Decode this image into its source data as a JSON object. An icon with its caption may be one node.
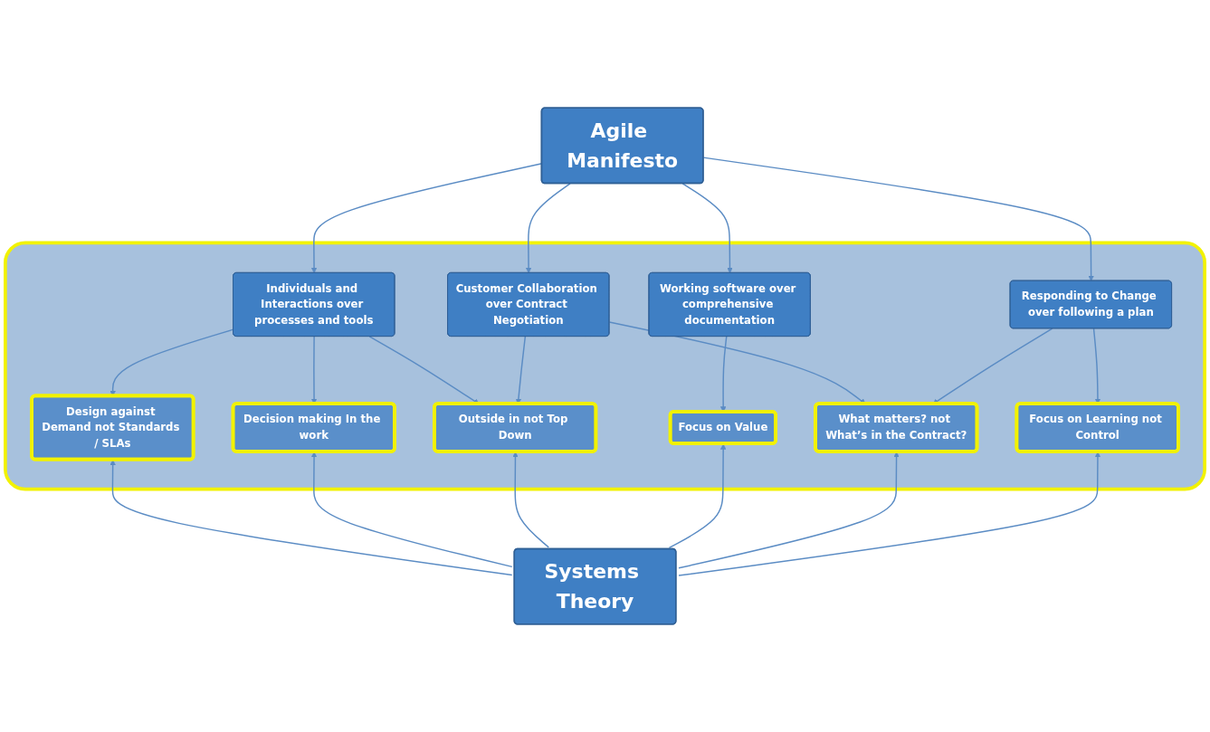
{
  "diagram": {
    "nodes": [
      {
        "text": [
          "Agile Manifesto"
        ]
      },
      {
        "text": [],
        "shape": "box"
      },
      {
        "text": [
          "Individuals and Interactions over processes and tools"
        ],
        "in": 1
      },
      {
        "text": [
          "Working software over comprehensive documentation"
        ],
        "in": 1
      },
      {
        "text": [
          "Customer Collaboration over Contract Negotiation"
        ],
        "in": 1
      },
      {
        "text": [
          "Responding to Change over following a plan"
        ],
        "in": 1
      },
      {
        "text": [
          "Design against Demand not Standards / SLAs"
        ],
        "in": 1
      },
      {
        "text": [
          "Decision making In the work"
        ],
        "in": 1
      },
      {
        "text": [
          "Outside in not Top Down"
        ],
        "in": 1
      },
      {
        "text": [
          "Focus on Value"
        ],
        "in": 1
      },
      {
        "text": [
          "What matters? not What’s in the Contract?"
        ],
        "in": 1
      },
      {
        "text": [
          "Focus on Learning not Control"
        ],
        "in": 1
      },
      {
        "text": [
          "Systems Theory"
        ]
      }
    ],
    "edges": [
      {
        "from": 0,
        "to": 2,
        "arrow": "to"
      },
      {
        "from": 0,
        "to": 3,
        "arrow": "to"
      },
      {
        "from": 0,
        "to": 4,
        "arrow": "to"
      },
      {
        "from": 0,
        "to": 5,
        "arrow": "to"
      },
      {
        "from": 2,
        "to": 6,
        "arrow": "to"
      },
      {
        "from": 2,
        "to": 7,
        "arrow": "to"
      },
      {
        "from": 2,
        "to": 8,
        "arrow": "to"
      },
      {
        "from": 3,
        "to": 9,
        "arrow": "to"
      },
      {
        "from": 4,
        "to": 8,
        "arrow": "to"
      },
      {
        "from": 4,
        "to": 10,
        "arrow": "to"
      },
      {
        "from": 5,
        "to": 10,
        "arrow": "to"
      },
      {
        "from": 5,
        "to": 11,
        "arrow": "to"
      },
      {
        "from": 12,
        "to": 6,
        "arrow": "to"
      },
      {
        "from": 12,
        "to": 7,
        "arrow": "to"
      },
      {
        "from": 12,
        "to": 8,
        "arrow": "to"
      },
      {
        "from": 12,
        "to": 9,
        "arrow": "to"
      },
      {
        "from": 12,
        "to": 10,
        "arrow": "to"
      },
      {
        "from": 12,
        "to": 11,
        "arrow": "to"
      }
    ]
  }
}
